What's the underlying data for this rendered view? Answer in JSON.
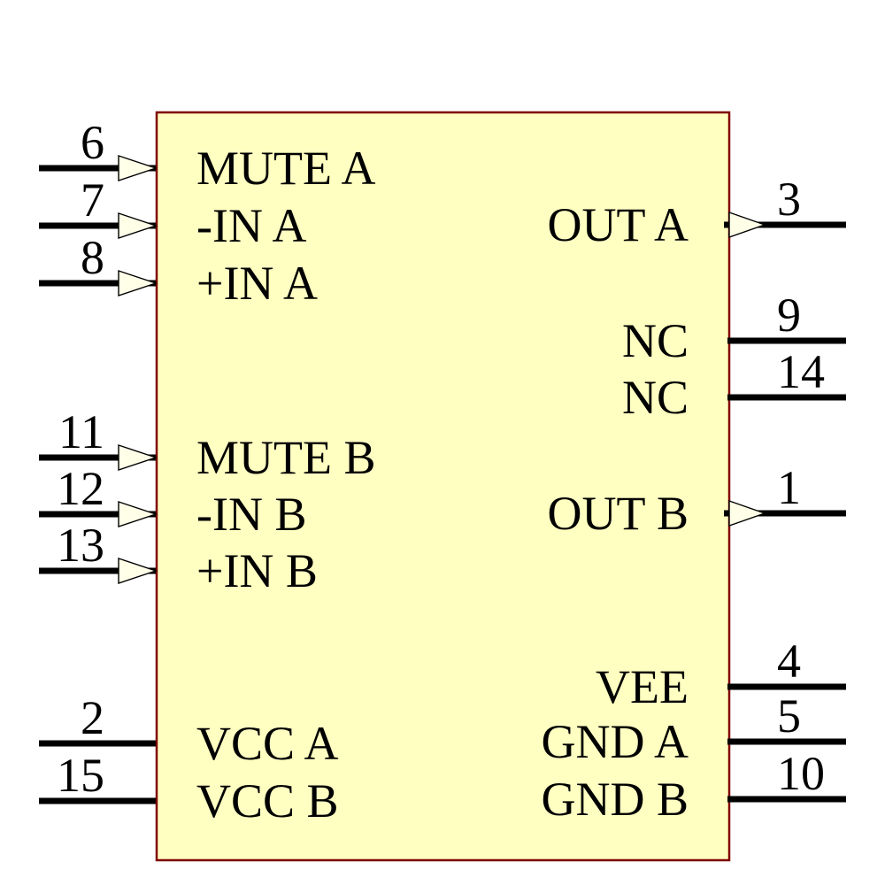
{
  "theme": {
    "background": "#FFFFFF",
    "body_fill": "#FFFFC2",
    "body_stroke": "#800000",
    "wire_color": "#000000",
    "arrow_fill": "#FFFFE8",
    "text_color": "#000000"
  },
  "component": {
    "kind": "ic-schematic-symbol",
    "pins_left": [
      {
        "number": "6",
        "label": "MUTE A",
        "direction": "input"
      },
      {
        "number": "7",
        "label": "-IN A",
        "direction": "input"
      },
      {
        "number": "8",
        "label": "+IN A",
        "direction": "input"
      },
      {
        "number": "11",
        "label": "MUTE B",
        "direction": "input"
      },
      {
        "number": "12",
        "label": "-IN B",
        "direction": "input"
      },
      {
        "number": "13",
        "label": "+IN B",
        "direction": "input"
      },
      {
        "number": "2",
        "label": "VCC A",
        "direction": "power"
      },
      {
        "number": "15",
        "label": "VCC B",
        "direction": "power"
      }
    ],
    "pins_right": [
      {
        "number": "3",
        "label": "OUT A",
        "direction": "output"
      },
      {
        "number": "9",
        "label": "NC",
        "direction": "passive"
      },
      {
        "number": "14",
        "label": "NC",
        "direction": "passive"
      },
      {
        "number": "1",
        "label": "OUT B",
        "direction": "output"
      },
      {
        "number": "4",
        "label": "VEE",
        "direction": "power"
      },
      {
        "number": "5",
        "label": "GND A",
        "direction": "power"
      },
      {
        "number": "10",
        "label": "GND B",
        "direction": "power"
      }
    ]
  }
}
